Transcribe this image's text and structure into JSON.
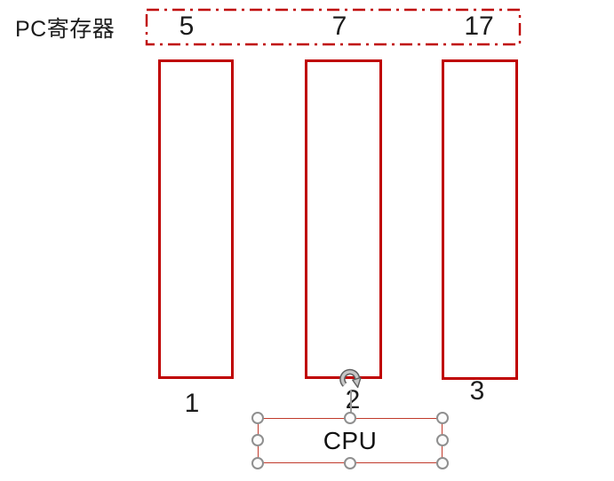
{
  "pc_register": {
    "label": "PC寄存器",
    "values": [
      "5",
      "7",
      "17"
    ]
  },
  "memory_columns": {
    "labels": [
      "1",
      "2",
      "3"
    ]
  },
  "cpu": {
    "label": "CPU"
  },
  "colors": {
    "shape_red": "#bf0000",
    "cpu_border_red": "#c0392b",
    "handle_gray": "#8f8f8f",
    "text_black": "#1c1c1c"
  }
}
